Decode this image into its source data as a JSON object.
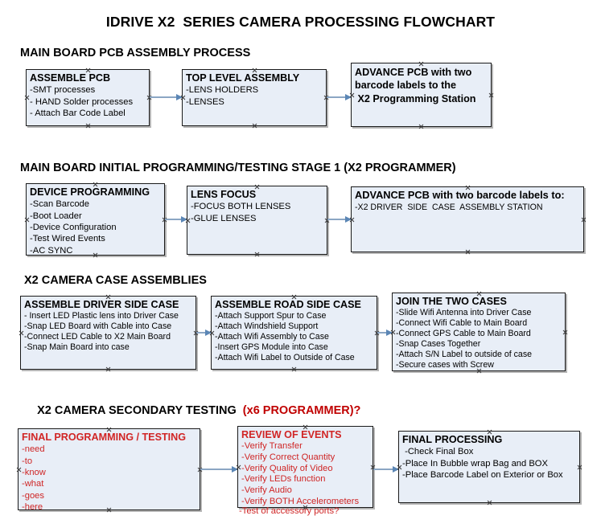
{
  "document": {
    "title": "IDRIVE X2  SERIES CAMERA PROCESSING FLOWCHART"
  },
  "colors": {
    "node_fill": "#e8eef7",
    "node_border": "#1a1a1a",
    "connector": "#8ba6c4",
    "red_text": "#cf2626",
    "black_text": "#000000"
  },
  "sections": [
    {
      "id": "main-board-pcb-assembly",
      "heading": "MAIN BOARD PCB ASSEMBLY PROCESS",
      "heading_accent": "",
      "nodes": [
        {
          "id": "assemble-pcb",
          "title": "ASSEMBLE PCB",
          "lines": [
            "-SMT processes",
            "- HAND Solder processes",
            "- Attach Bar Code Label"
          ]
        },
        {
          "id": "top-level-assembly",
          "title": "TOP LEVEL ASSEMBLY",
          "lines": [
            "-LENS HOLDERS",
            "-LENSES"
          ]
        },
        {
          "id": "advance-pcb-to-x2-programming-station",
          "title": "ADVANCE PCB with two\nbarcode labels to the\n X2 Programming Station",
          "lines": []
        }
      ]
    },
    {
      "id": "main-board-initial-programming",
      "heading": "MAIN BOARD INITIAL PROGRAMMING/TESTING STAGE 1 (X2 PROGRAMMER)",
      "heading_accent": "",
      "nodes": [
        {
          "id": "device-programming",
          "title": "DEVICE PROGRAMMING",
          "lines": [
            "-Scan Barcode",
            "-Boot Loader",
            "-Device Configuration",
            "-Test Wired Events",
            "-AC SYNC"
          ]
        },
        {
          "id": "lens-focus",
          "title": "LENS FOCUS",
          "lines": [
            "-FOCUS BOTH LENSES",
            "-GLUE LENSES"
          ]
        },
        {
          "id": "advance-pcb-to-driver-side-case-station",
          "title": "ADVANCE PCB with two barcode labels to:",
          "lines": [
            "-X2 DRIVER  SIDE  CASE  ASSEMBLY STATION"
          ]
        }
      ]
    },
    {
      "id": "x2-camera-case-assemblies",
      "heading": "X2 CAMERA CASE ASSEMBLIES",
      "heading_accent": "",
      "nodes": [
        {
          "id": "assemble-driver-side-case",
          "title": "ASSEMBLE DRIVER SIDE CASE",
          "lines": [
            "- Insert LED Plastic lens into Driver Case",
            "-Snap LED Board with Cable into Case",
            "-Connect LED Cable to X2 Main Board",
            "-Snap Main Board into case"
          ]
        },
        {
          "id": "assemble-road-side-case",
          "title": "ASSEMBLE ROAD SIDE CASE",
          "lines": [
            "-Attach Support Spur to Case",
            "-Attach Windshield Support",
            "-Attach Wifi Assembly to Case",
            "-Insert GPS Module into Case",
            "-Attach Wifi Label to Outside of Case"
          ]
        },
        {
          "id": "join-the-two-cases",
          "title": "JOIN THE TWO CASES",
          "lines": [
            "-Slide Wifi Antenna into Driver Case",
            "-Connect Wifi Cable to Main Board",
            "-Connect GPS Cable to Main Board",
            "-Snap Cases Together",
            "-Attach S/N Label to outside of case",
            "-Secure cases with Screw"
          ]
        }
      ]
    },
    {
      "id": "x2-camera-secondary-testing",
      "heading": "X2 CAMERA SECONDARY TESTING  ",
      "heading_accent": "(x6 PROGRAMMER)?",
      "nodes": [
        {
          "id": "final-programming-testing",
          "title": "FINAL PROGRAMMING / TESTING",
          "lines": [
            "-need",
            "-to",
            "-know",
            "-what",
            "-goes",
            "-here"
          ]
        },
        {
          "id": "review-of-events",
          "title": "REVIEW OF EVENTS",
          "lines": [
            "-Verify Transfer",
            "-Verify Correct Quantity",
            "-Verify Quality of Video",
            "-Verify LEDs function",
            "-Verify Audio",
            "-Verify BOTH Accelerometers"
          ],
          "overflow_line": "-Test of accessory ports?"
        },
        {
          "id": "final-processing",
          "title": "FINAL PROCESSING",
          "lines": [
            " -Check Final Box",
            "-Place In Bubble wrap Bag and BOX",
            "-Place Barcode Label on Exterior or Box"
          ]
        }
      ]
    }
  ]
}
